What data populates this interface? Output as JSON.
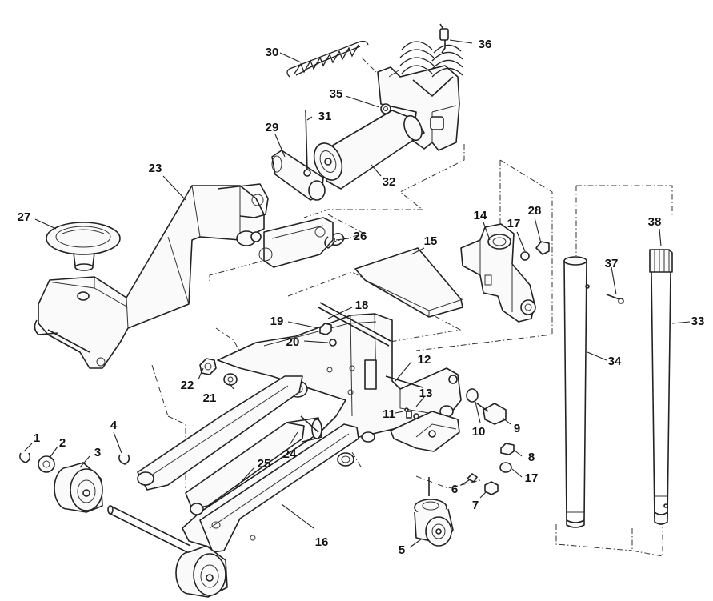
{
  "diagram": {
    "callouts": [
      {
        "id": "c1",
        "text": "1"
      },
      {
        "id": "c2",
        "text": "2"
      },
      {
        "id": "c3",
        "text": "3"
      },
      {
        "id": "c4",
        "text": "4"
      },
      {
        "id": "c5",
        "text": "5"
      },
      {
        "id": "c6",
        "text": "6"
      },
      {
        "id": "c7",
        "text": "7"
      },
      {
        "id": "c8",
        "text": "8"
      },
      {
        "id": "c9",
        "text": "9"
      },
      {
        "id": "c10",
        "text": "10"
      },
      {
        "id": "c11",
        "text": "11"
      },
      {
        "id": "c12",
        "text": "12"
      },
      {
        "id": "c13",
        "text": "13"
      },
      {
        "id": "c14",
        "text": "14"
      },
      {
        "id": "c15",
        "text": "15"
      },
      {
        "id": "c16",
        "text": "16"
      },
      {
        "id": "c17a",
        "text": "17"
      },
      {
        "id": "c17b",
        "text": "17"
      },
      {
        "id": "c18",
        "text": "18"
      },
      {
        "id": "c19",
        "text": "19"
      },
      {
        "id": "c20",
        "text": "20"
      },
      {
        "id": "c21",
        "text": "21"
      },
      {
        "id": "c22",
        "text": "22"
      },
      {
        "id": "c23",
        "text": "23"
      },
      {
        "id": "c24",
        "text": "24"
      },
      {
        "id": "c25",
        "text": "25"
      },
      {
        "id": "c26",
        "text": "26"
      },
      {
        "id": "c27",
        "text": "27"
      },
      {
        "id": "c28",
        "text": "28"
      },
      {
        "id": "c29",
        "text": "29"
      },
      {
        "id": "c30",
        "text": "30"
      },
      {
        "id": "c31",
        "text": "31"
      },
      {
        "id": "c32",
        "text": "32"
      },
      {
        "id": "c33",
        "text": "33"
      },
      {
        "id": "c34",
        "text": "34"
      },
      {
        "id": "c35",
        "text": "35"
      },
      {
        "id": "c36",
        "text": "36"
      },
      {
        "id": "c37",
        "text": "37"
      },
      {
        "id": "c38",
        "text": "38"
      }
    ]
  }
}
